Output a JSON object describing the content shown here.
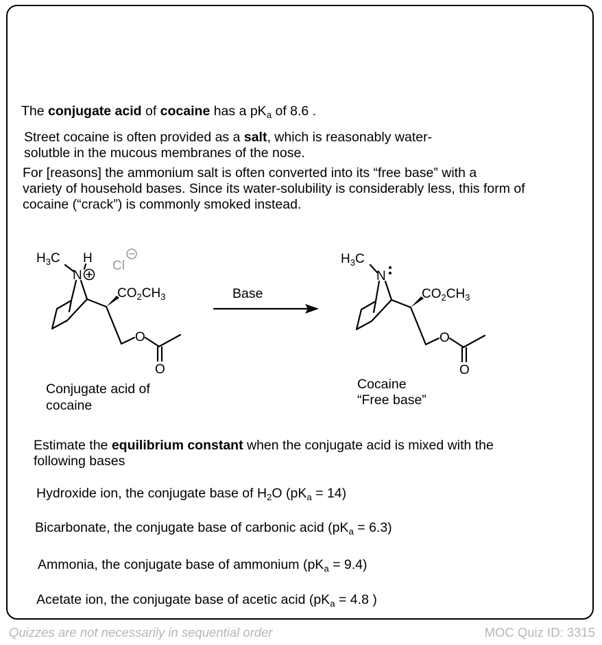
{
  "intro": {
    "t1": "The ",
    "b1": "conjugate acid",
    "t2": " of ",
    "b2": "cocaine",
    "t3": " has a pK",
    "sub": "a",
    "t4": " of 8.6 ."
  },
  "para1": {
    "line1_pre": "Street cocaine is often provided as a ",
    "line1_bold": "salt",
    "line1_post": ", which is reasonably water-",
    "line2": "solutble in the mucous membranes of the nose."
  },
  "para2": {
    "line1": "For [reasons] the ammonium salt is often converted into its “free base” with a",
    "line2": "variety of household bases. Since its water-solubility is considerably less, this form of",
    "line3": "cocaine (“crack”) is commonly smoked instead."
  },
  "scheme": {
    "reagent": "Base",
    "left_label_line1": "Conjugate acid of",
    "left_label_line2": "cocaine",
    "right_label_line1": "Cocaine",
    "right_label_line2": "“Free base”",
    "atoms": {
      "h3c_h": "H",
      "h3c_sub": "3",
      "h3c_c": "C",
      "h": "H",
      "n": "N",
      "cl": "Cl",
      "ester_co": "CO",
      "ester_sub": "2",
      "ester_ch": "CH",
      "ester_sub2": "3",
      "o": "O"
    }
  },
  "question": {
    "line1_pre": "Estimate the ",
    "line1_bold": "equilibrium constant",
    "line1_post": " when the conjugate acid is mixed with the",
    "line2": "following bases"
  },
  "bases": [
    {
      "pre": "Hydroxide ion, the conjugate base of H",
      "sub1": "2",
      "mid": "O (pK",
      "sub2": "a",
      "post": " = 14)"
    },
    {
      "pre": "Bicarbonate, the conjugate base of carbonic acid (pK",
      "sub2": "a",
      "post": " = 6.3)"
    },
    {
      "pre": "Ammonia, the conjugate base of ammonium (pK",
      "sub2": "a",
      "post": " = 9.4)"
    },
    {
      "pre": "Acetate ion, the conjugate base of acetic acid (pK",
      "sub2": "a",
      "post": " = 4.8  )"
    }
  ],
  "footer": {
    "left": "Quizzes are not necessarily in sequential order",
    "right": "MOC Quiz ID: 3315"
  },
  "colors": {
    "border": "#000000",
    "footer_text": "#b6b6b6",
    "chloride": "#9a9a9a"
  }
}
